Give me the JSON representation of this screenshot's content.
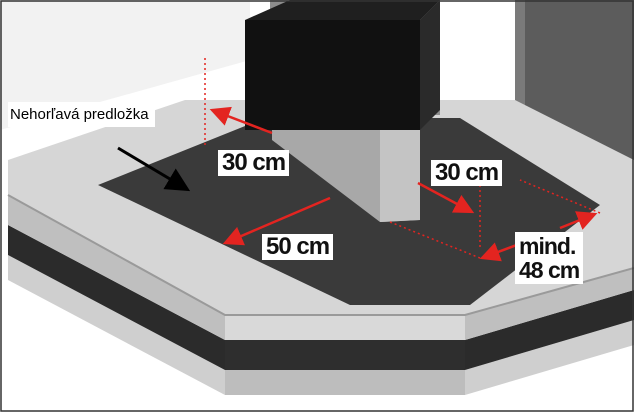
{
  "labels": {
    "callout": "Nehorľavá predložka",
    "left_gap": "30 cm",
    "right_gap": "30 cm",
    "front_gap": "50 cm",
    "side_gap_line1": "mind.",
    "side_gap_line2": "48 cm"
  },
  "colors": {
    "accent": "#e32420",
    "mat": "#3a3a3a",
    "platform_top": "#cfcfcf",
    "platform_dark": "#2b2b2b",
    "stove_body": "#bdbdbd",
    "stove_top": "#111111",
    "wall": "#555555"
  }
}
